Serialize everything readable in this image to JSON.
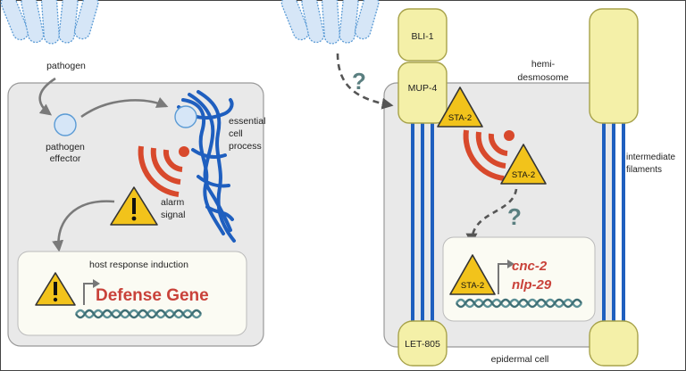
{
  "colors": {
    "pathogen_fill": "#d6e6f7",
    "pathogen_stroke": "#5b9bd5",
    "cell_fill": "#e9e9e9",
    "cell_stroke": "#999999",
    "node_fill": "#f4f0a8",
    "node_stroke": "#a7a24a",
    "filament": "#1f5fbf",
    "alarm": "#d8492c",
    "warning_fill": "#f2c31b",
    "gene_text": "#c9423a",
    "dna": "#5a8f95",
    "arrow": "#7a7a7a"
  },
  "left_panel": {
    "pathogen_label": "pathogen",
    "effector_label": [
      "pathogen",
      "effector"
    ],
    "process_label": [
      "essential",
      "cell",
      "process"
    ],
    "alarm_label": [
      "alarm",
      "signal"
    ],
    "response_title": "host response induction",
    "gene_label": "Defense Gene"
  },
  "right_panel": {
    "top_node": "BLI-1",
    "receptor_node": "MUP-4",
    "bottom_node": "LET-805",
    "hemidesmosome_label": [
      "hemi-",
      "desmosome"
    ],
    "filaments_label": [
      "intermediate",
      "filaments"
    ],
    "cell_label": "epidermal cell",
    "sta_label": "STA-2",
    "question_mark": "?",
    "genes": [
      "cnc-2",
      "nlp-29"
    ]
  }
}
